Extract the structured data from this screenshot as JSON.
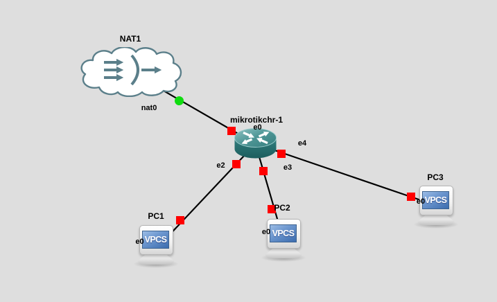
{
  "canvas": {
    "background": "#dedede"
  },
  "colors": {
    "link": "#000000",
    "port_status_square": "#ff0000",
    "nat_status_dot": "#0fdc0f",
    "cloud_stroke": "#5b7f8a",
    "router_teal": "#3f8c8c",
    "screen_blue": "#4a7fc0",
    "label_text": "#000000"
  },
  "nodes": {
    "nat1": {
      "label": "NAT1",
      "port": "nat0",
      "icon": "cloud-nat-icon"
    },
    "router1": {
      "label": "mikrotikchr-1",
      "ports": {
        "e0": "e0",
        "e2": "e2",
        "e3": "e3",
        "e4": "e4"
      },
      "icon": "router-icon"
    },
    "pc1": {
      "label": "PC1",
      "port": "e0",
      "screen": "VPCS",
      "icon": "vpcs-icon"
    },
    "pc2": {
      "label": "PC2",
      "port": "e0",
      "screen": "VPCS",
      "icon": "vpcs-icon"
    },
    "pc3": {
      "label": "PC3",
      "port": "e0",
      "screen": "VPCS",
      "icon": "vpcs-icon"
    }
  },
  "links": [
    {
      "from": "NAT1 nat0",
      "to": "mikrotikchr-1 e0"
    },
    {
      "from": "mikrotikchr-1 e2",
      "to": "PC1 e0"
    },
    {
      "from": "mikrotikchr-1 e3",
      "to": "PC2 e0"
    },
    {
      "from": "mikrotikchr-1 e4",
      "to": "PC3 e0"
    }
  ]
}
